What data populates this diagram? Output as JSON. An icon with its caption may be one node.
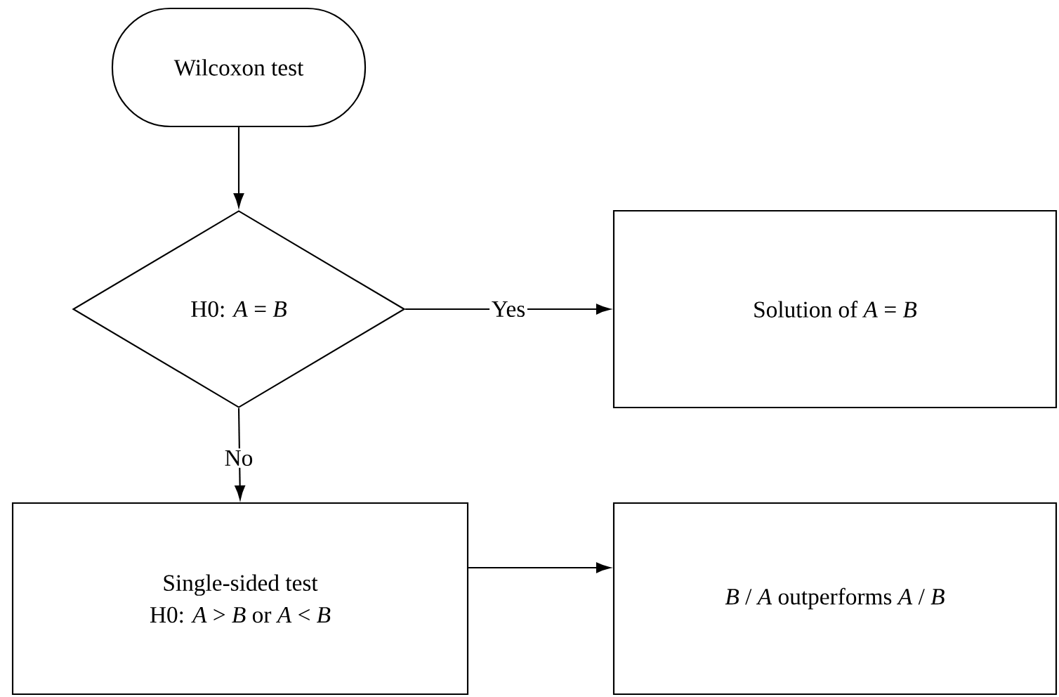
{
  "diagram": {
    "nodes": [
      {
        "text": [
          "Wilcoxon test"
        ]
      },
      {
        "text": [
          "H0: *A* = *B*"
        ]
      },
      {
        "text": [
          "Solution of *A* = *B*"
        ]
      },
      {
        "text": [
          "Single-sided test",
          "H0: *A* > *B* or *A* < *B*"
        ]
      },
      {
        "text": [
          "*B* / *A* outperforms *A* / *B*"
        ]
      }
    ],
    "edges": [
      {
        "from": 0,
        "to": 1,
        "arrow": "to"
      },
      {
        "from": 1,
        "to": 2,
        "arrow": "to",
        "label": "Yes"
      },
      {
        "from": 1,
        "to": 3,
        "arrow": "to",
        "label": "No"
      },
      {
        "from": 3,
        "to": 4,
        "arrow": "to"
      }
    ]
  }
}
